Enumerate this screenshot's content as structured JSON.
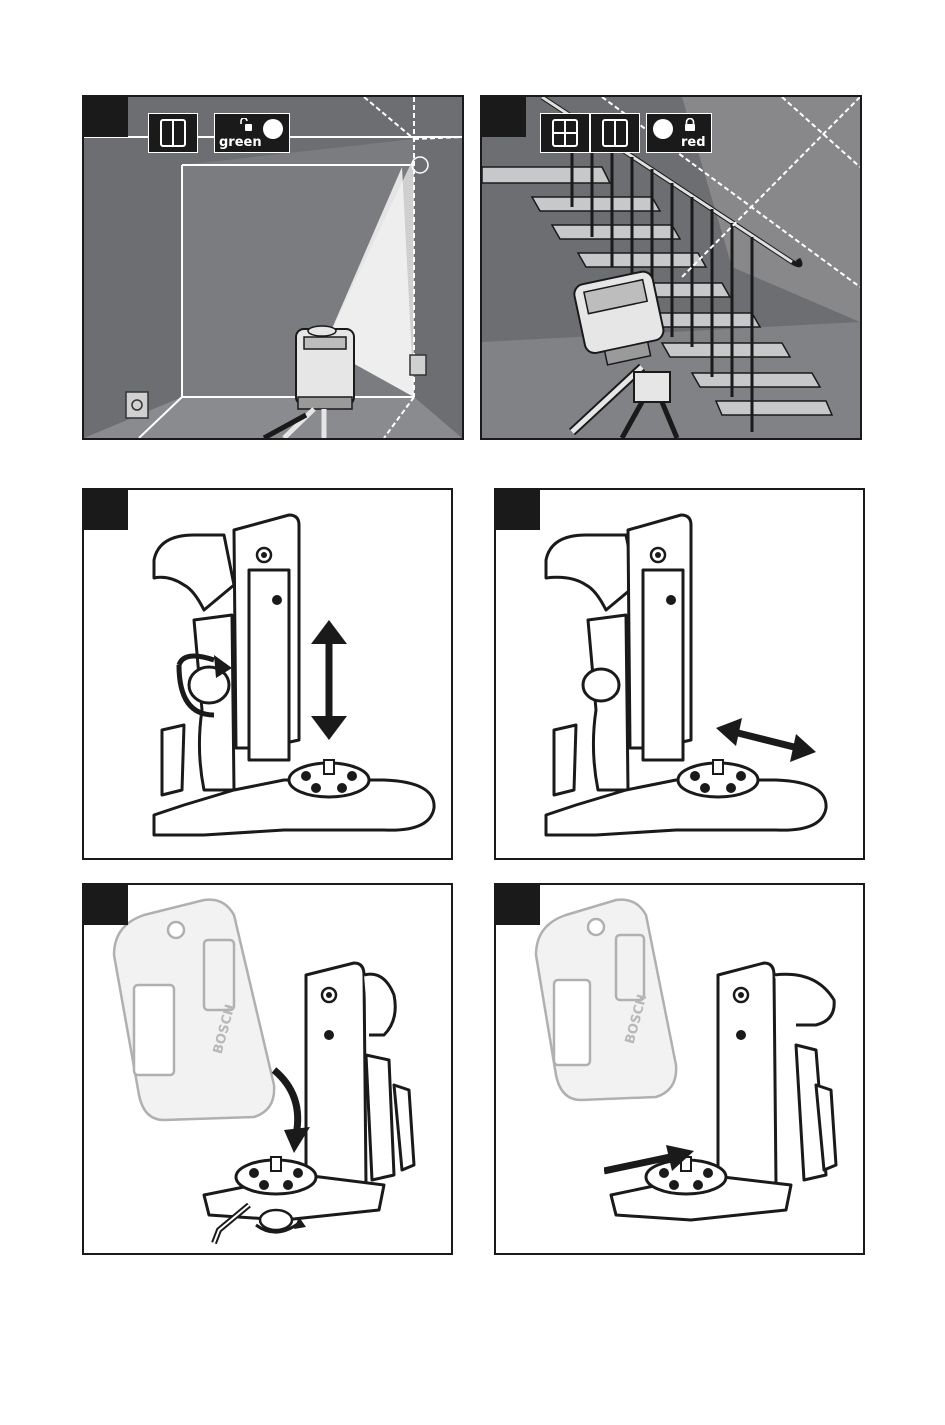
{
  "colors": {
    "wall": "#6d6e71",
    "wall_dark": "#5a5b5e",
    "floor": "#808285",
    "line": "#1a1a1a",
    "tag": "#1a1a1a",
    "laser": "#ffffff"
  },
  "panels": [
    {
      "id": "fig-a",
      "tag": "",
      "badge": {
        "modes": [
          "vertical-line-mode"
        ],
        "led": {
          "label": "green",
          "lock_icon": "unlocked-icon"
        }
      }
    },
    {
      "id": "fig-b",
      "tag": "",
      "badge": {
        "modes": [
          "cross-line-mode",
          "vertical-line-mode"
        ],
        "led": {
          "label": "red",
          "lock_icon": "locked-icon"
        }
      }
    },
    {
      "id": "fig-c",
      "tag": "",
      "motion": "vertical-adjust-arrow"
    },
    {
      "id": "fig-d",
      "tag": "",
      "motion": "horizontal-adjust-arrow"
    },
    {
      "id": "fig-e",
      "tag": "",
      "brand": "BOSCH",
      "motion": "lower-onto-mount-arrow"
    },
    {
      "id": "fig-f",
      "tag": "",
      "brand": "BOSCH",
      "motion": "slide-onto-mount-arrow"
    }
  ]
}
